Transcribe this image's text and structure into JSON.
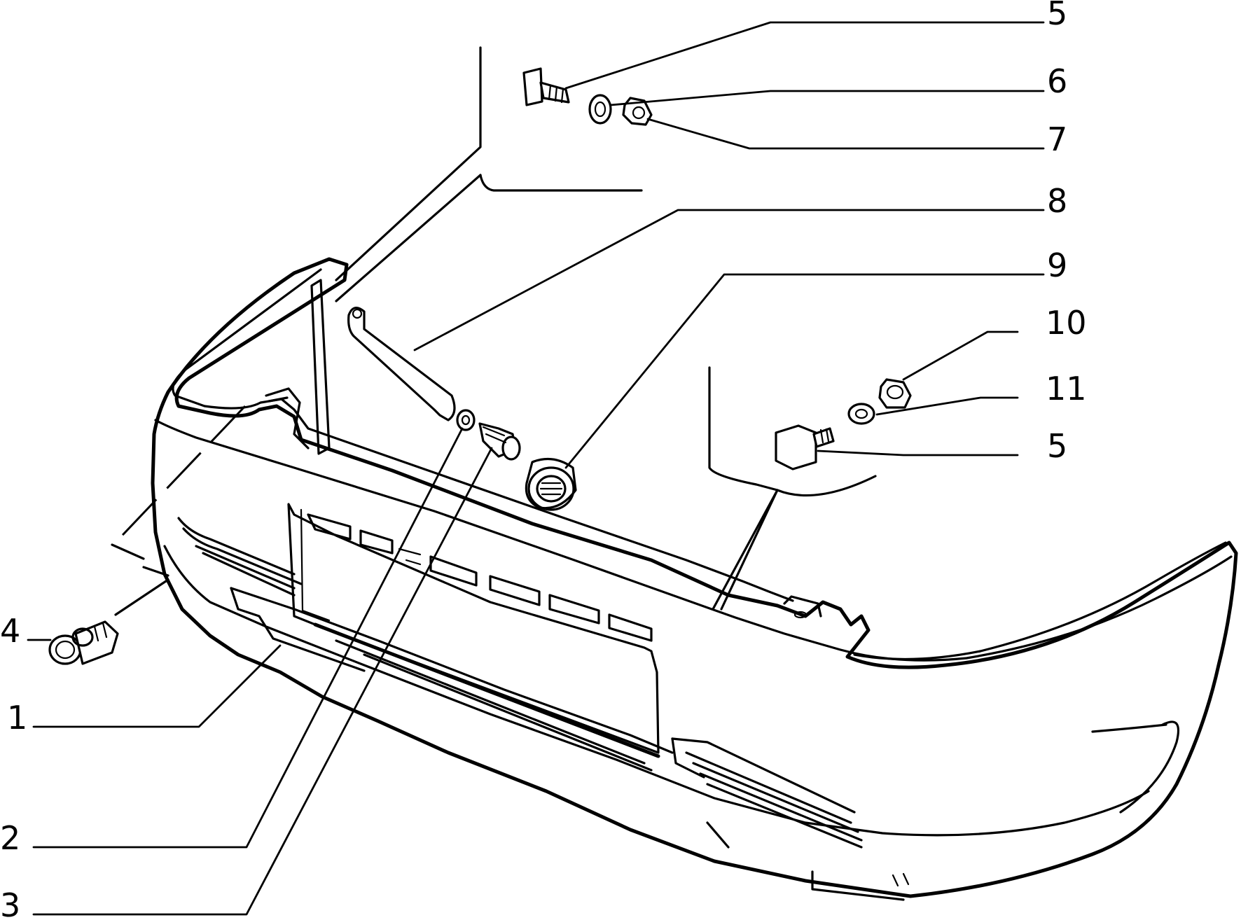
{
  "callouts": [
    {
      "id": "c1",
      "label": "1"
    },
    {
      "id": "c2",
      "label": "2"
    },
    {
      "id": "c3",
      "label": "3"
    },
    {
      "id": "c4",
      "label": "4"
    },
    {
      "id": "c5a",
      "label": "5"
    },
    {
      "id": "c6",
      "label": "6"
    },
    {
      "id": "c7",
      "label": "7"
    },
    {
      "id": "c8",
      "label": "8"
    },
    {
      "id": "c9",
      "label": "9"
    },
    {
      "id": "c10",
      "label": "10"
    },
    {
      "id": "c11",
      "label": "11"
    },
    {
      "id": "c5b",
      "label": "5"
    }
  ]
}
